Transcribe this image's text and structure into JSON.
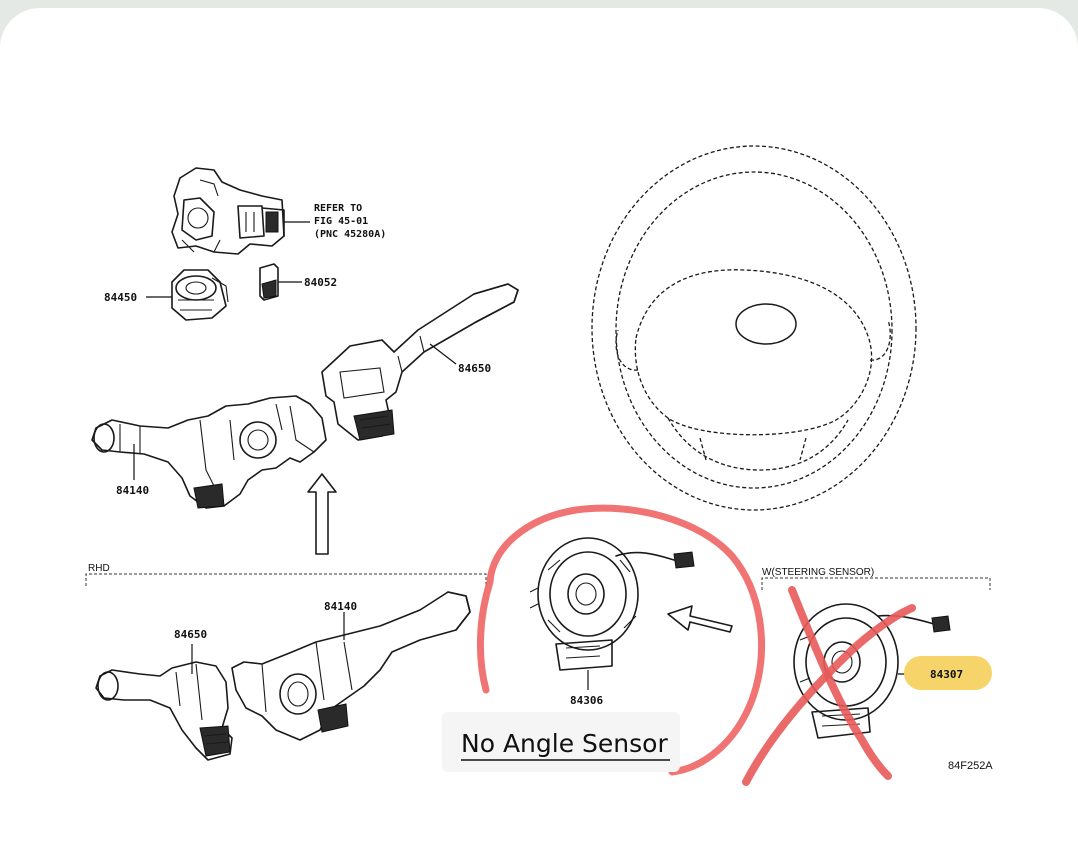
{
  "parts": {
    "p84450": "84450",
    "p84052": "84052",
    "p84650_top": "84650",
    "p84140_top": "84140",
    "p84140_rhd": "84140",
    "p84650_rhd": "84650",
    "p84306": "84306",
    "p84307": "84307"
  },
  "refer": {
    "line1": "REFER TO",
    "line2": "FIG 45-01",
    "line3": "(PNC 45280A)"
  },
  "section_rhd": "RHD",
  "section_sensor": "W(STEERING SENSOR)",
  "diagram_code": "84F252A",
  "annotation": {
    "note": "No Angle Sensor",
    "circle_color": "#ef6565",
    "cross_color": "#e85a5a",
    "highlight_color": "#f6d46a"
  }
}
